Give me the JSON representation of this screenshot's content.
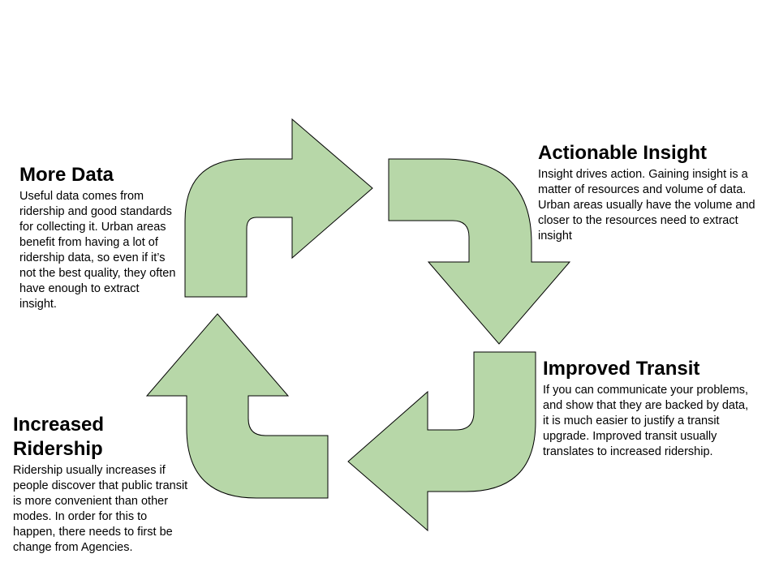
{
  "colors": {
    "arrow_fill": "#b7d7a8",
    "arrow_stroke": "#000000",
    "text": "#000000"
  },
  "blocks": {
    "more_data": {
      "title": "More Data",
      "body": "Useful data comes from ridership and good standards for collecting it. Urban areas benefit from having a lot of ridership data, so even if it’s not the best quality, they often have enough to extract insight."
    },
    "actionable_insight": {
      "title": "Actionable Insight",
      "body": "Insight drives action. Gaining insight is a matter of resources and volume of data. Urban areas usually have the volume and closer to the resources need to extract insight"
    },
    "improved_transit": {
      "title": "Improved Transit",
      "body": "If you can communicate your problems, and show that they are backed by data, it is much easier to justify a transit upgrade. Improved transit usually translates to increased ridership."
    },
    "increased_ridership": {
      "title": "Increased Ridership",
      "body": "Ridership usually increases if people discover that public transit is more convenient than other modes. In order for this to happen, there needs to first be change from Agencies."
    }
  }
}
